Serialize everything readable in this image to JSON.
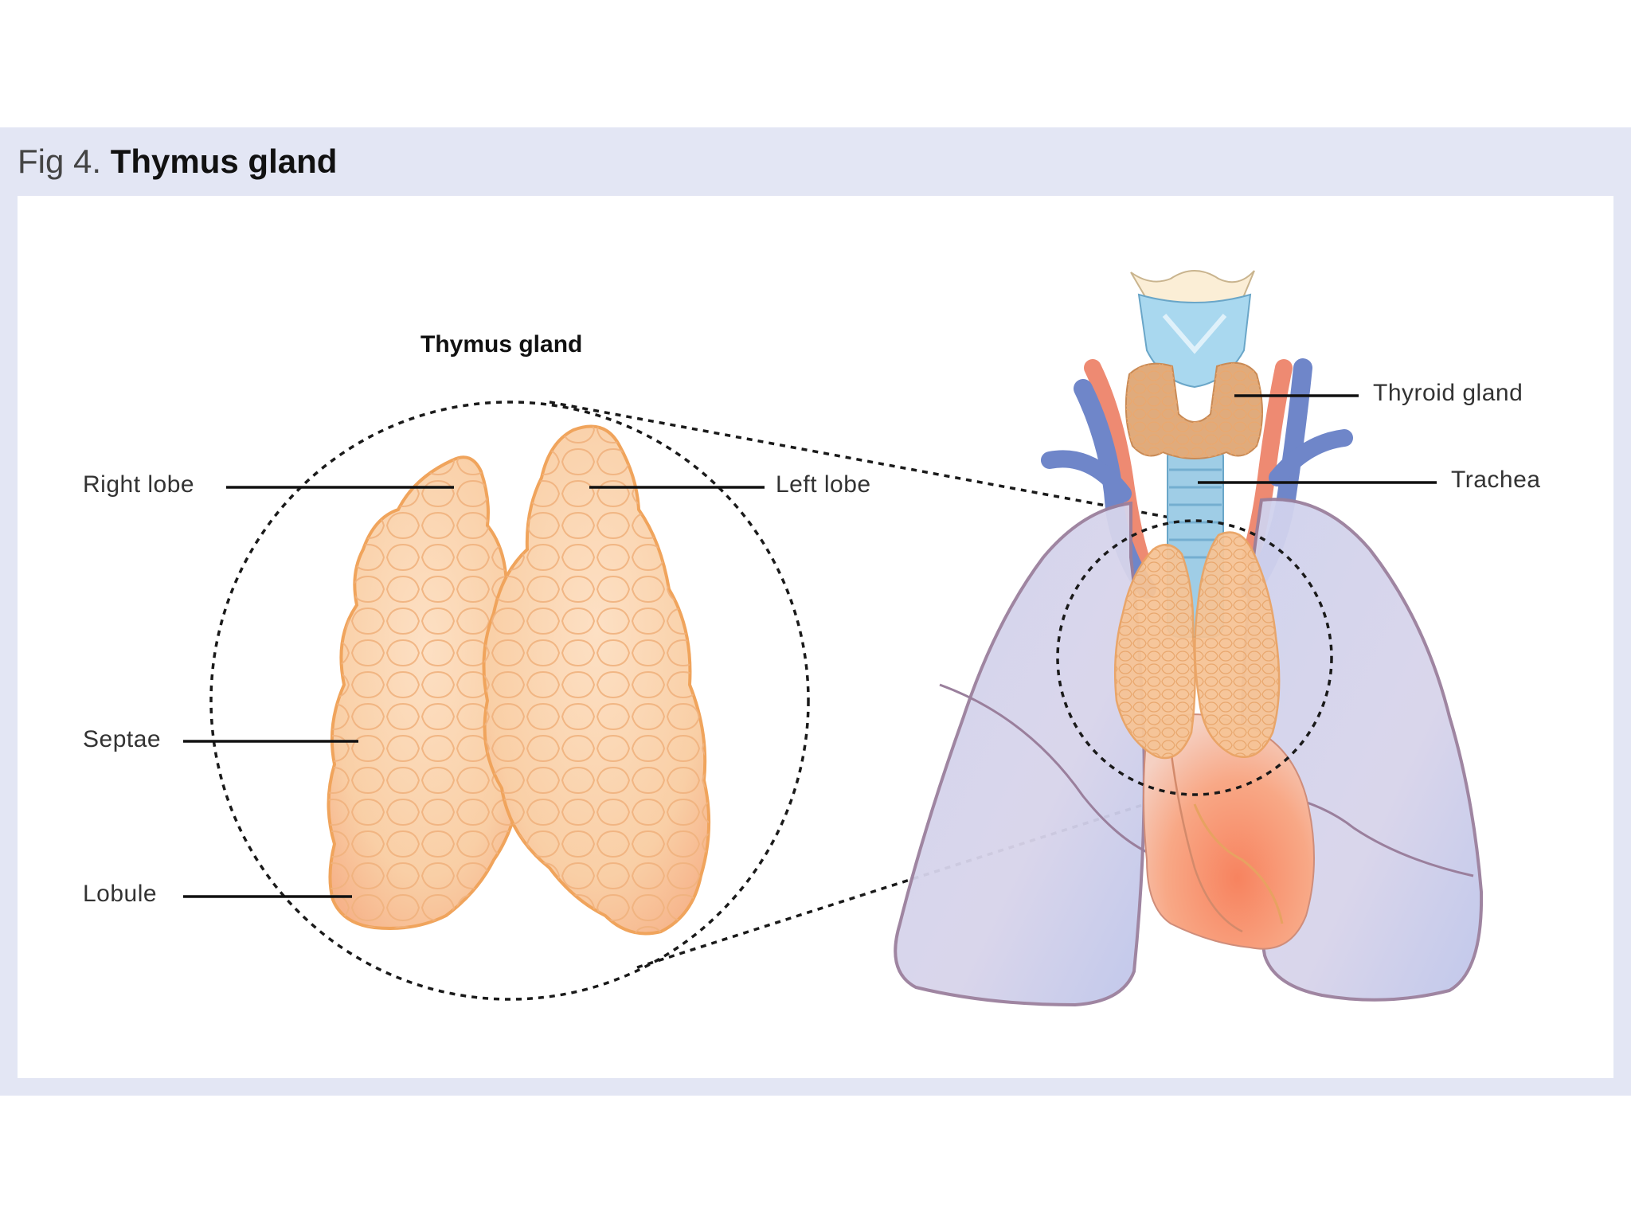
{
  "figure": {
    "number": "Fig 4.",
    "title": "Thymus gland"
  },
  "diagram": {
    "detail_title": "Thymus gland",
    "labels": {
      "right_lobe": "Right lobe",
      "left_lobe": "Left lobe",
      "septae": "Septae",
      "lobule": "Lobule",
      "thyroid_gland": "Thyroid gland",
      "trachea": "Trachea"
    }
  },
  "colors": {
    "band": "#e3e6f4",
    "thymus_fill": "#f8c79c",
    "thymus_outline": "#f0a45c",
    "lung_fill": "#c9cde9",
    "lung_outline": "#9a7f9c",
    "vein": "#6f86c9",
    "artery": "#ee8a72",
    "trachea": "#9fcde6",
    "heart": "#f7a27e"
  }
}
